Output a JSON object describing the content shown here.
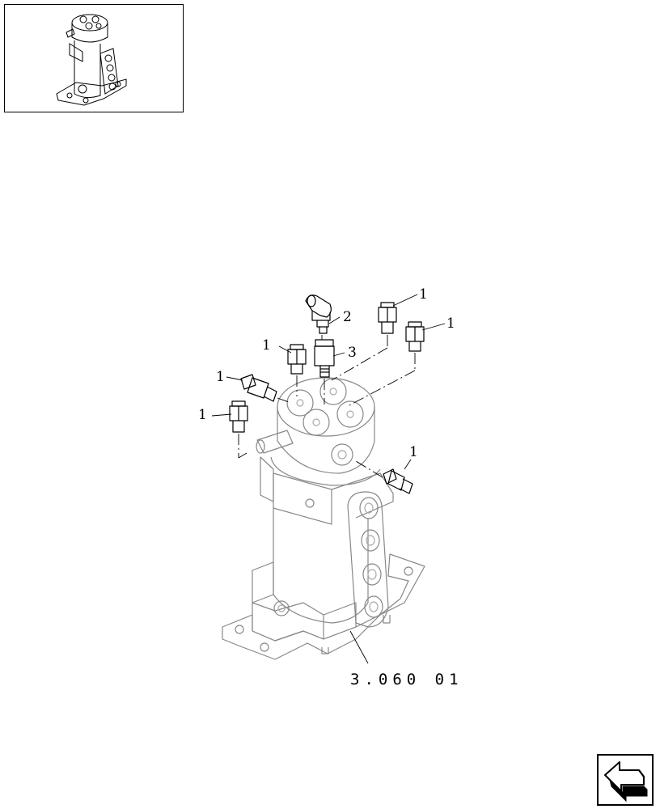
{
  "callouts": [
    {
      "id": "c1a",
      "text": "1"
    },
    {
      "id": "c1b",
      "text": "1"
    },
    {
      "id": "c1c",
      "text": "1"
    },
    {
      "id": "c1d",
      "text": "1"
    },
    {
      "id": "c1e",
      "text": "1"
    },
    {
      "id": "c1f",
      "text": "1"
    },
    {
      "id": "c2",
      "text": "2"
    },
    {
      "id": "c3",
      "text": "3"
    }
  ],
  "reference_code": "3.060 01",
  "icons": {
    "thumbnail": "swivel-joint-thumbnail",
    "nav": "return-arrow-icon"
  },
  "colors": {
    "line": "#000000",
    "background": "#ffffff"
  }
}
